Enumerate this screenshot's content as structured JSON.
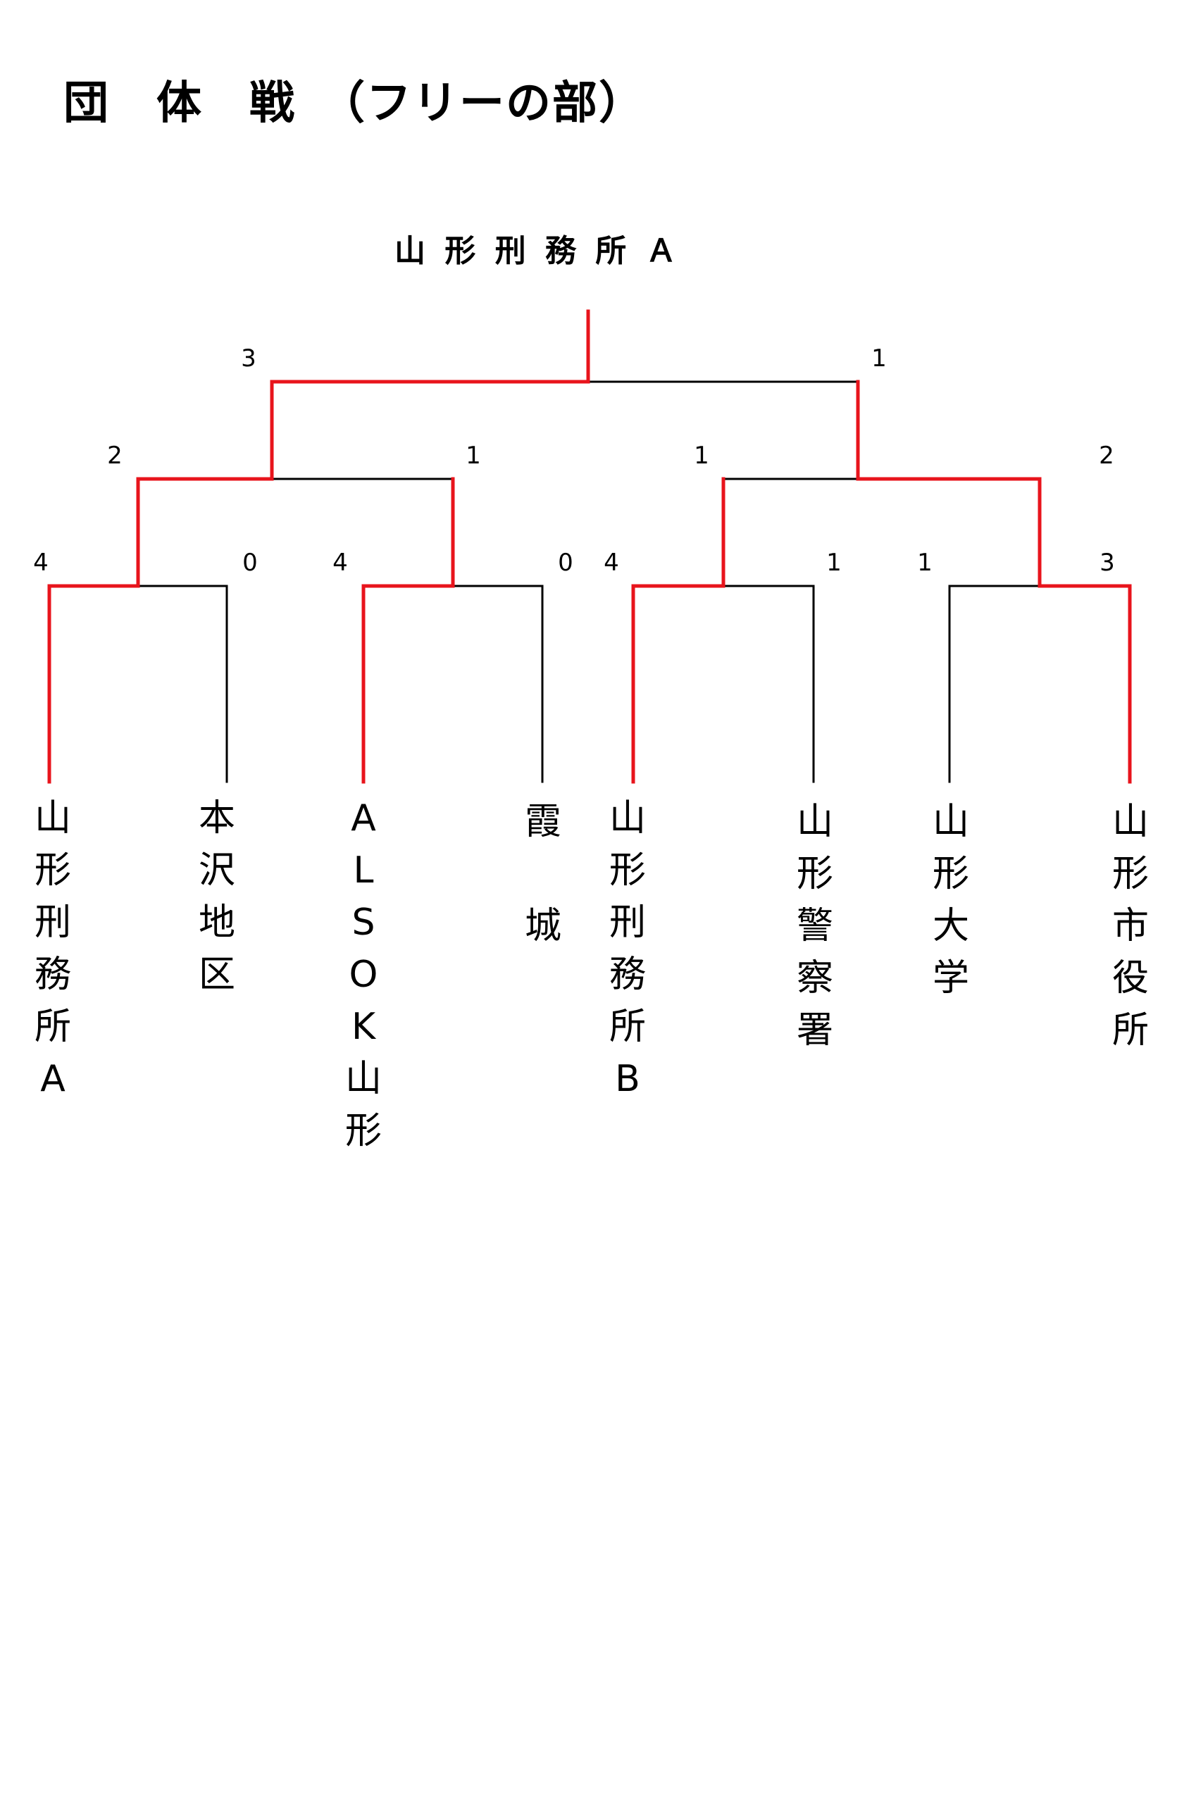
{
  "title": "団　体　戦　（フリーの部）",
  "champion": "山 形 刑 務 所 Ａ",
  "colors": {
    "winner": "#e8141c",
    "loser": "#000000"
  },
  "teams": [
    "山\n形\n刑\n務\n所\nA",
    "本\n沢\n地\n区",
    "A\nL\nS\nO\nK\n山\n形",
    "霞\n\n城",
    "山\n形\n刑\n務\n所\nB",
    "山\n形\n警\n察\n署",
    "山\n形\n大\n学",
    "山\n形\n市\n役\n所"
  ],
  "scores": {
    "round1": [
      [
        "4",
        "0"
      ],
      [
        "4",
        "0"
      ],
      [
        "4",
        "1"
      ],
      [
        "1",
        "3"
      ]
    ],
    "round2": [
      [
        "2",
        "1"
      ],
      [
        "1",
        "2"
      ]
    ],
    "final": [
      "3",
      "1"
    ]
  }
}
